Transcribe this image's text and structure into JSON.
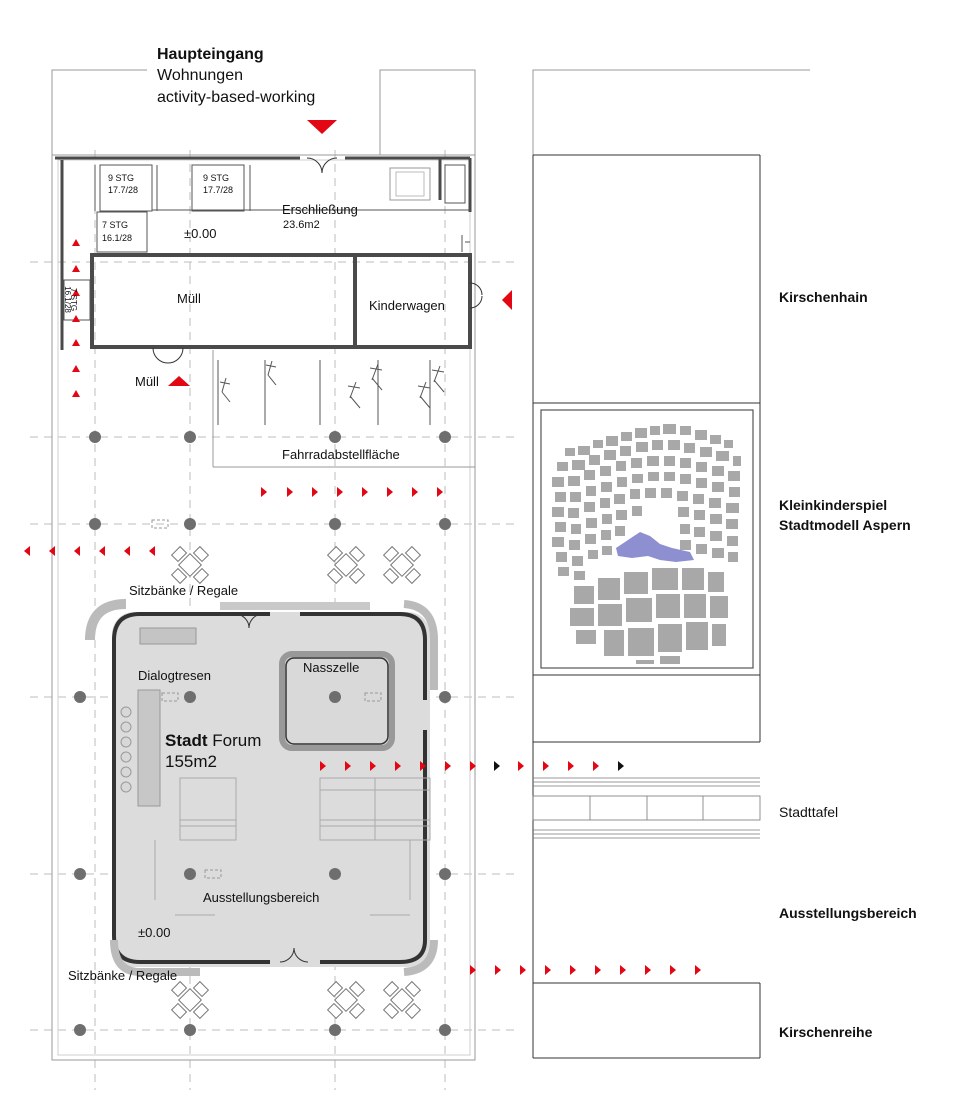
{
  "header": {
    "main_entrance": "Haupteingang",
    "line_apartments": "Wohnungen",
    "line_abw": "activity-based-working"
  },
  "rooms": {
    "circulation": "Erschließung",
    "circulation_area": "23.6m2",
    "level_upper": "±0.00",
    "waste": "Müll",
    "waste_door": "Müll",
    "strollers": "Kinderwagen",
    "bike_parking": "Fahrradabstellfläche",
    "seating_top": "Sitzbänke / Regale",
    "seating_bottom": "Sitzbänke / Regale",
    "dialog_desk": "Dialogtresen",
    "wet_cell": "Nasszelle",
    "forum_bold": "Stadt",
    "forum_rest": "Forum",
    "forum_area": "155m2",
    "exhibition": "Ausstellungsbereich",
    "level_lower": "±0.00"
  },
  "stairs": [
    {
      "steps": "9 STG",
      "rise": "17.7/28"
    },
    {
      "steps": "9 STG",
      "rise": "17.7/28"
    },
    {
      "steps": "7 STG",
      "rise": "16.1/28"
    },
    {
      "steps": "7 STG",
      "rise": "16.1/28"
    }
  ],
  "side_labels": {
    "cherry_grove": "Kirschenhain",
    "toddler_play_line1": "Kleinkinderspiel",
    "toddler_play_line2": "Stadtmodell Aspern",
    "city_board": "Stadttafel",
    "exhibition_area": "Ausstellungsbereich",
    "cherry_row": "Kirschenreihe"
  },
  "colors": {
    "accent_red": "#e30613",
    "wall": "#4a4a4a",
    "forum_fill": "#dcdcdc",
    "column": "#6e6e6e",
    "model_blocks": "#a8a8a8",
    "model_highlight": "#8d8fd1"
  }
}
